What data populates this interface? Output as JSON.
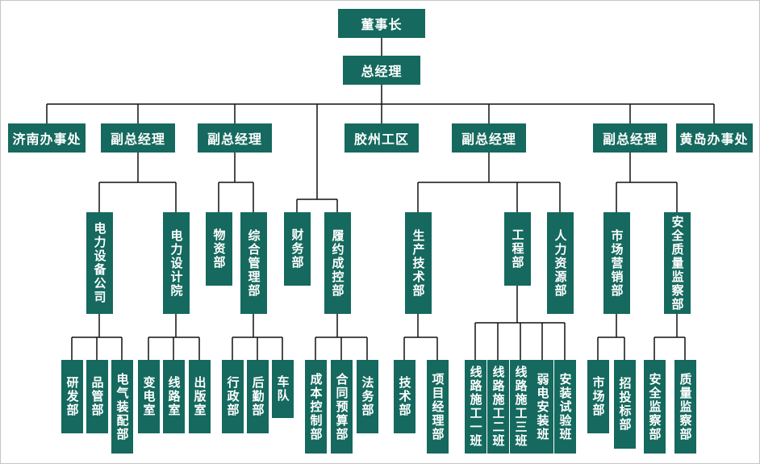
{
  "page": {
    "background": "#ffffff",
    "frame_border": "#c4c4c4"
  },
  "colors": {
    "box": "#15695e",
    "box_text": "#ffffff",
    "line": "#111111"
  },
  "chart_data": {
    "type": "org-chart",
    "orientation": "top-down",
    "nodes": [
      {
        "id": "chairman",
        "label": "董事长",
        "parent": null
      },
      {
        "id": "gm",
        "label": "总经理",
        "parent": "chairman"
      },
      {
        "id": "jinan",
        "label": "济南办事处",
        "parent": "gm"
      },
      {
        "id": "vgm1",
        "label": "副总经理",
        "parent": "gm"
      },
      {
        "id": "vgm2",
        "label": "副总经理",
        "parent": "gm"
      },
      {
        "id": "jiaozhou",
        "label": "胶州工区",
        "parent": "gm"
      },
      {
        "id": "vgm3",
        "label": "副总经理",
        "parent": "gm"
      },
      {
        "id": "vgm4",
        "label": "副总经理",
        "parent": "gm"
      },
      {
        "id": "huangdao",
        "label": "黄岛办事处",
        "parent": "gm"
      },
      {
        "id": "elec_equip",
        "label": "电力设备公司",
        "parent": "vgm1"
      },
      {
        "id": "elec_design",
        "label": "电力设计院",
        "parent": "vgm1"
      },
      {
        "id": "wuzi",
        "label": "物资部",
        "parent": "vgm2"
      },
      {
        "id": "zonghe",
        "label": "综合管理部",
        "parent": "vgm2"
      },
      {
        "id": "caiwu",
        "label": "财务部",
        "parent": "gm"
      },
      {
        "id": "lvyue",
        "label": "履约成控部",
        "parent": "gm"
      },
      {
        "id": "shengchan",
        "label": "生产技术部",
        "parent": "vgm3"
      },
      {
        "id": "gongcheng",
        "label": "工程部",
        "parent": "vgm3"
      },
      {
        "id": "renli",
        "label": "人力资源部",
        "parent": "vgm3"
      },
      {
        "id": "shichang_yx",
        "label": "市场营销部",
        "parent": "vgm4"
      },
      {
        "id": "anquan_zl",
        "label": "安全质量监察部",
        "parent": "vgm4"
      },
      {
        "id": "yanfa",
        "label": "研发部",
        "parent": "elec_equip"
      },
      {
        "id": "pinguan",
        "label": "品管部",
        "parent": "elec_equip"
      },
      {
        "id": "dianqi",
        "label": "电气装配部",
        "parent": "elec_equip"
      },
      {
        "id": "biandian",
        "label": "变电室",
        "parent": "elec_design"
      },
      {
        "id": "xianlushi",
        "label": "线路室",
        "parent": "elec_design"
      },
      {
        "id": "chuban",
        "label": "出版室",
        "parent": "elec_design"
      },
      {
        "id": "xingzheng",
        "label": "行政部",
        "parent": "zonghe"
      },
      {
        "id": "houqin",
        "label": "后勤部",
        "parent": "zonghe"
      },
      {
        "id": "chedui",
        "label": "车队",
        "parent": "zonghe"
      },
      {
        "id": "chengben",
        "label": "成本控制部",
        "parent": "lvyue"
      },
      {
        "id": "hetong",
        "label": "合同预算部",
        "parent": "lvyue"
      },
      {
        "id": "fawu",
        "label": "法务部",
        "parent": "lvyue"
      },
      {
        "id": "jishu",
        "label": "技术部",
        "parent": "shengchan"
      },
      {
        "id": "xiangmu",
        "label": "项目经理部",
        "parent": "shengchan"
      },
      {
        "id": "xl1",
        "label": "线路施工一班",
        "parent": "gongcheng"
      },
      {
        "id": "xl2",
        "label": "线路施工二班",
        "parent": "gongcheng"
      },
      {
        "id": "xl3",
        "label": "线路施工三班",
        "parent": "gongcheng"
      },
      {
        "id": "ruodian",
        "label": "弱电安装班",
        "parent": "gongcheng"
      },
      {
        "id": "anshi",
        "label": "安装试验班",
        "parent": "gongcheng"
      },
      {
        "id": "shichangbu",
        "label": "市场部",
        "parent": "shichang_yx"
      },
      {
        "id": "zhaotoubiao",
        "label": "招投标部",
        "parent": "shichang_yx"
      },
      {
        "id": "anjian",
        "label": "安全监察部",
        "parent": "anquan_zl"
      },
      {
        "id": "zhijian",
        "label": "质量监察部",
        "parent": "anquan_zl"
      }
    ]
  }
}
